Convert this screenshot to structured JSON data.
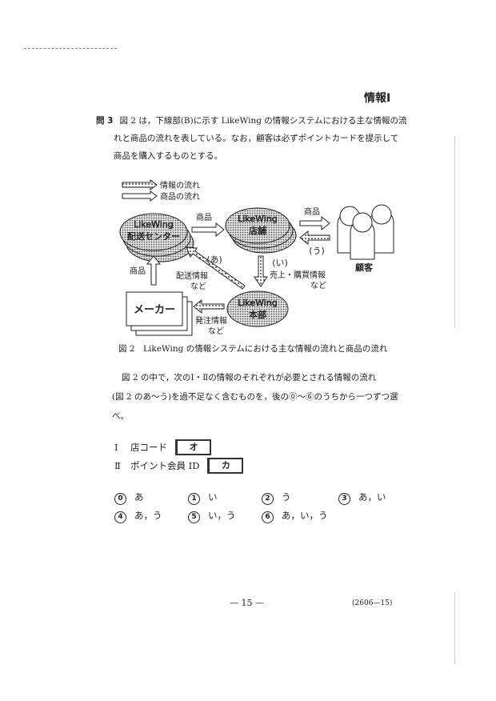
{
  "header": {
    "subject": "情報Ⅰ"
  },
  "question": {
    "number": "問 3",
    "lines": [
      "図 2 は，下線部(B)に示す LikeWing の情報システムにおける主な情報の流",
      "れと商品の流れを表している。なお，顧客は必ずポイントカードを提示して",
      "商品を購入するものとする。"
    ]
  },
  "diagram": {
    "legend": {
      "info": "情報の流れ",
      "goods": "商品の流れ"
    },
    "nodes": {
      "distribution": [
        "LikeWing",
        "配送センター"
      ],
      "store": [
        "LikeWing",
        "店舗"
      ],
      "hq": [
        "LikeWing",
        "本部"
      ],
      "maker": "メーカー",
      "customer": "顧客"
    },
    "labels": {
      "goods_dist_store": "商品",
      "goods_store_customer": "商品",
      "goods_maker_dist": "商品",
      "a": "(あ)",
      "i": "(い)",
      "u": "(う)",
      "delivery_info": [
        "配送情報",
        "など"
      ],
      "sales_info": [
        "売上・購買情報",
        "など"
      ],
      "order_info": [
        "発注情報",
        "など"
      ]
    },
    "caption": "図 2　LikeWing の情報システムにおける主な情報の流れと商品の流れ"
  },
  "instruction": [
    "図 2 の中で，次のⅠ・Ⅱの情報のそれぞれが必要とされる情報の流れ",
    "(図 2 のあ～う)を過不足なく含むものを，後の⓪～⑥のうちから一つずつ選",
    "べ。"
  ],
  "items": [
    {
      "roman": "Ⅰ",
      "label": "店コード",
      "box": "オ"
    },
    {
      "roman": "Ⅱ",
      "label": "ポイント会員 ID",
      "box": "カ"
    }
  ],
  "choices": [
    {
      "num": "0",
      "text": "あ"
    },
    {
      "num": "1",
      "text": "い"
    },
    {
      "num": "2",
      "text": "う"
    },
    {
      "num": "3",
      "text": "あ，い"
    },
    {
      "num": "4",
      "text": "あ，う"
    },
    {
      "num": "5",
      "text": "い，う"
    },
    {
      "num": "6",
      "text": "あ，い，う"
    }
  ],
  "footer": {
    "page": "— 15 —",
    "code": "(2606—15)"
  }
}
